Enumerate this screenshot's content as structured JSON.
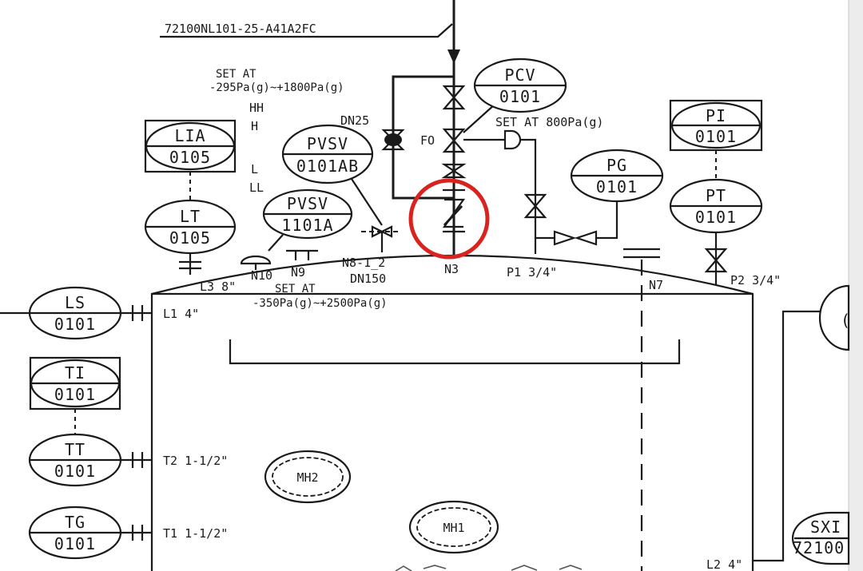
{
  "line_number": "72100NL101-25-A41A2FC",
  "instruments": {
    "pcv": {
      "code": "PCV",
      "num": "0101"
    },
    "lia": {
      "code": "LIA",
      "num": "0105"
    },
    "lt": {
      "code": "LT",
      "num": "0105"
    },
    "pvsv_ab": {
      "code": "PVSV",
      "num": "0101AB"
    },
    "pvsv_a": {
      "code": "PVSV",
      "num": "1101A"
    },
    "pg": {
      "code": "PG",
      "num": "0101"
    },
    "pi": {
      "code": "PI",
      "num": "0101"
    },
    "pt": {
      "code": "PT",
      "num": "0101"
    },
    "ls": {
      "code": "LS",
      "num": "0101"
    },
    "ti": {
      "code": "TI",
      "num": "0101"
    },
    "tt": {
      "code": "TT",
      "num": "0101"
    },
    "tg": {
      "code": "TG",
      "num": "0101"
    },
    "sxi": {
      "code": "SXI",
      "num": "72100"
    }
  },
  "labels": {
    "set_at_1": "SET AT",
    "range_1": "-295Pa(g)~+1800Pa(g)",
    "hh": "HH",
    "h": "H",
    "l": "L",
    "ll": "LL",
    "dn25": "DN25",
    "fo": "FO",
    "set_at_pcv": "SET AT 800Pa(g)",
    "n8": "N8-1_2",
    "dn150": "DN150",
    "n3": "N3",
    "p1": "P1 3/4\"",
    "n7": "N7",
    "p2": "P2 3/4\"",
    "n10": "N10",
    "n9": "N9",
    "l3": "L3 8\"",
    "set_at_2": "SET AT",
    "range_2": "-350Pa(g)~+2500Pa(g)",
    "l1": "L1 4\"",
    "t2": "T2 1-1/2\"",
    "t1": "T1 1-1/2\"",
    "l2": "L2 4\"",
    "mh2": "MH2",
    "mh1": "MH1"
  },
  "colors": {
    "line": "#1a1a1a",
    "highlight": "#d9231f",
    "background": "#ffffff"
  }
}
